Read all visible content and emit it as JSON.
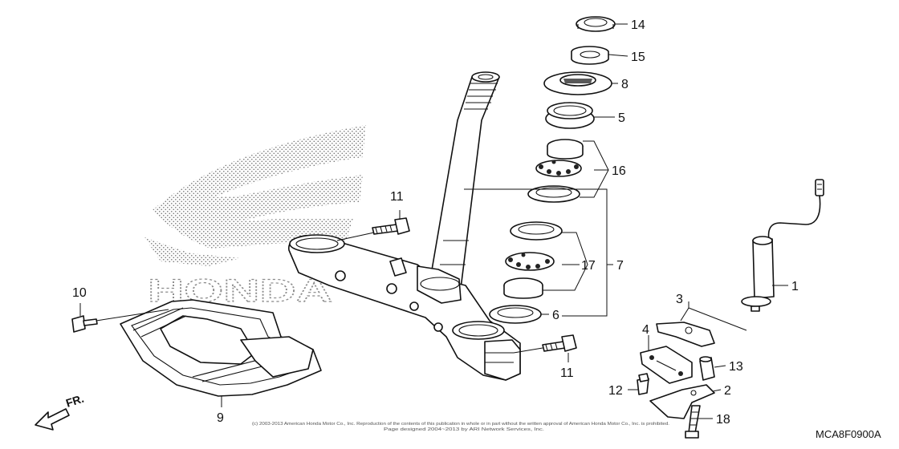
{
  "diagram": {
    "code": "MCA8F0900A",
    "direction_label": "FR.",
    "watermark_text": "HONDA",
    "copyright_line1": "(c) 2003-2013 American Honda Motor Co., Inc. Reproduction of the contents of this publication in whole or in part without the written approval of American Honda Motor Co., Inc. is prohibited.",
    "copyright_line2": "Page designed 2004~2013 by ARI Network Services, Inc.",
    "callouts": {
      "p1": "1",
      "p2": "2",
      "p3": "3",
      "p4": "4",
      "p5": "5",
      "p6": "6",
      "p7": "7",
      "p8": "8",
      "p9": "9",
      "p10": "10",
      "p11a": "11",
      "p11b": "11",
      "p12": "12",
      "p13": "13",
      "p14": "14",
      "p15": "15",
      "p16": "16",
      "p17": "17",
      "p18": "18"
    }
  }
}
